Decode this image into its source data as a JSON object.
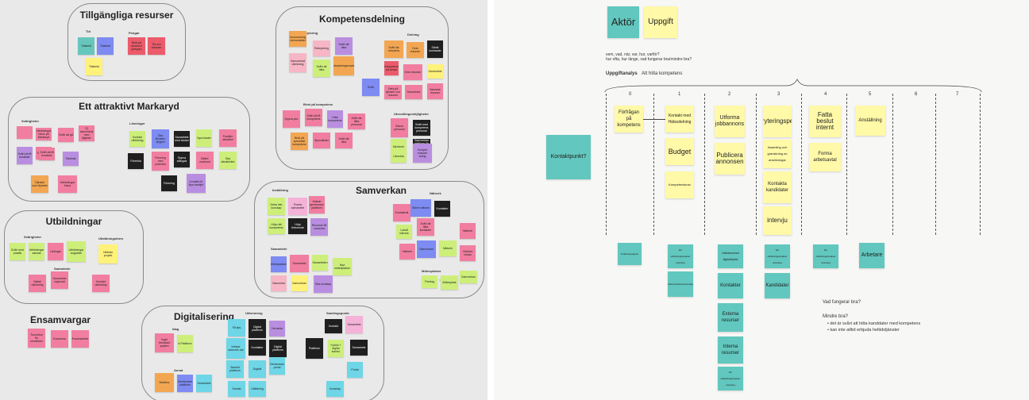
{
  "left": {
    "tillgangliga": {
      "title": "Tillgängliga resurser",
      "lbl_tid": "Tid",
      "lbl_pengar": "Pengar",
      "notes": [
        "Tidsbrist",
        "Tidsbrist",
        "Brist på ekonomi (pengar)",
        "Tid och resurser",
        "Tidsbrist"
      ]
    },
    "attraktivt": {
      "title": "Ett attraktivt Markaryd",
      "lbl_svarigheter": "Svårigheter",
      "lbl_losningar": "Lösningar",
      "notes": [
        "",
        "Utbildningar fokus på Markaryd",
        "Svårt att gå",
        "Ej samordnat med tågtider",
        "Svårt att få bostäder",
        "Svårt att få",
        "Svårt att få bostäder",
        "Tidsbrist",
        "Tjänster som Nyheter",
        "Utbildningar fokus",
        "Kontakt utbildning",
        "Öka tillväxtm öjlighet",
        "Samarbete med skolan",
        "Nya lokaler",
        "Förening med potential",
        "Öppna stängda",
        "Förening",
        "Familjer attraktivt",
        "Bättre marknad",
        "Öka attraktivitet",
        "Förenkla",
        "Kontakt för 'Nya familjer'"
      ]
    },
    "utbildningar": {
      "title": "Utbildningar",
      "lbl_svarigheter": "Svårigheter",
      "lbl_utbildningsform": "Utbildningsform",
      "lbl_samarbete": "Samarbete",
      "notes": [
        "Svårt med praktik",
        "Utbildningar saknas",
        "Lärlingar",
        "Utbildningar kopplade",
        "Utbildar projekt",
        "Statsli utbildning",
        "Samarbete regionalt",
        "Kontakt utbildning"
      ]
    },
    "ensamvargar": {
      "title": "Ensamvargar",
      "notes": [
        "Tunnelbur för omvärlden",
        "Ensamma",
        "Ensamarbete"
      ]
    },
    "kompetens": {
      "title": "Kompetensdelning",
      "lbl_rekrytering": "Rekrytering",
      "lbl_delning": "Delning",
      "lbl_brist": "Brist på kompetens",
      "lbl_utveckling": "Utvecklingsmöjligheter",
      "notes": [
        "Annonsering via kontakter",
        "Rekrytering",
        "Svårt att hitta",
        "Samordnad utbildning",
        "Svårt att hitta",
        "Rekryteringsmodell",
        "Svårt att rekrytera",
        "Dela resurser",
        "Sänkt kostnader",
        "Kompetens på delad",
        "Dela resurser",
        "Samarbete",
        "Svårt",
        "Dela på tjänster och resurser",
        "Samarbete",
        "Samlade resurser",
        "Öppna ytor",
        "Svårt att få kompetens",
        "Hitta kompetens",
        "Svårt att hitta personal",
        "Brist på specialist kompetens",
        "Specialister",
        "Svårt att hitta",
        "Sakna personal",
        "Svårt med kompetens personal",
        "Mentorer",
        "Samverkan plattform för lärande",
        "Kompet ensutve ckling",
        "Utveckla"
      ]
    },
    "samverkan": {
      "title": "Samverkan",
      "lbl_inst": "Inställning",
      "lbl_natv": "Nätverk",
      "lbl_samarb": "Samarbete",
      "lbl_motes": "Mötesplatser",
      "notes": [
        "Delar inte kunskap",
        "Överta samarbete",
        "Saknar gemensam plattform",
        "Höja rätt kompetens",
        "Höja förtroende",
        "Resurser till varandra",
        "Kontaktnät",
        "Större nätverk",
        "Kontakter",
        "Lokalt nätverk",
        "Svårt att hitta kontakter",
        "Nätverk",
        "Nätverk",
        "Samverkan",
        "Nätverk",
        "Värdera lokala",
        "Företag",
        "Mötesplats",
        "Mötesplatser",
        "Samarbete",
        "Samarbeten",
        "Nya mötesplatser",
        "Samverka",
        "Samverkan",
        "Öka kunskap",
        "Samverkan",
        "Träffar för mötesplatser"
      ]
    },
    "digital": {
      "title": "Digitalisering",
      "lbl_idag": "Idag",
      "lbl_utf": "Utformning",
      "lbl_saml": "Samlingspunkt",
      "lbl_annat": "Annat",
      "notes": [
        "Inget teknikskt system",
        "It-Plattform",
        "Få tips",
        "Digital plattform",
        "Hemsida",
        "Kontakt",
        "Infobar samordn are",
        "Kontakter",
        "Digital plattform",
        "Samarbete",
        "Samlad plattform",
        "Digitalt",
        "Gemensam portal",
        "Plattform",
        "Fysisk + digital kombo",
        "Samarbete",
        "Portal",
        "Mediera",
        "Samarbete",
        "Gemensam plattform",
        "Samlat",
        "Utbildning",
        "Kunskap"
      ]
    }
  },
  "right": {
    "aktor": "Aktör",
    "uppgift": "Uppgift",
    "question_line1": "vem, vad, när, var, hur, varför?",
    "question_line2": "hur ofta, hur länge, vad fungerar bra/mindre bra?",
    "analys_label": "Uppgiftanalys",
    "analys_value": "Att hitta kompetens",
    "columns": [
      "0",
      "1",
      "2",
      "3",
      "4",
      "5",
      "6",
      "7"
    ],
    "kontaktpunkt": "Kontaktpunkt?",
    "yellow": {
      "c0": [
        "Förfrågan på kompetens"
      ],
      "c1": [
        "Kontakt med Hälsodelning",
        "Budget",
        "Kompetenskrav"
      ],
      "c2": [
        "Utforma jobbannons",
        "Publicera annonsen"
      ],
      "c3": [
        "Rekryteringsperiod",
        "Insamling och granskning av ansökningar",
        "Kontakta kandidater",
        "intervju"
      ],
      "c4": [
        "Fatta beslut internt",
        "Forma arbetsavtal"
      ],
      "c5": [
        "Anställning"
      ]
    },
    "teal": {
      "c0": [
        "Kvalitetsgruppen"
      ],
      "c1": [
        "Ett utbildningsinsatser ansvarig",
        "Administrationsansvarig"
      ],
      "c2": [
        "Jobbannonser digital/fysisk",
        "Kontakter",
        "Externa resurser",
        "Interna resurser",
        "Ett utbildningsinsatser ansvarig"
      ],
      "c3": [
        "Ett utbildningsinsatser ansvarig",
        "Kandidater"
      ],
      "c4": [
        "Ett utbildningsinsatser ansvarig"
      ],
      "c5": [
        "Arbetare"
      ]
    },
    "vad_bra": "Vad fungerar bra?",
    "mindre_bra": "Mindre bra?",
    "bullets": [
      "det är svårt att hitta kanddater med kompetens",
      "kan inte alltid erbjuda heltidstjänster"
    ]
  }
}
